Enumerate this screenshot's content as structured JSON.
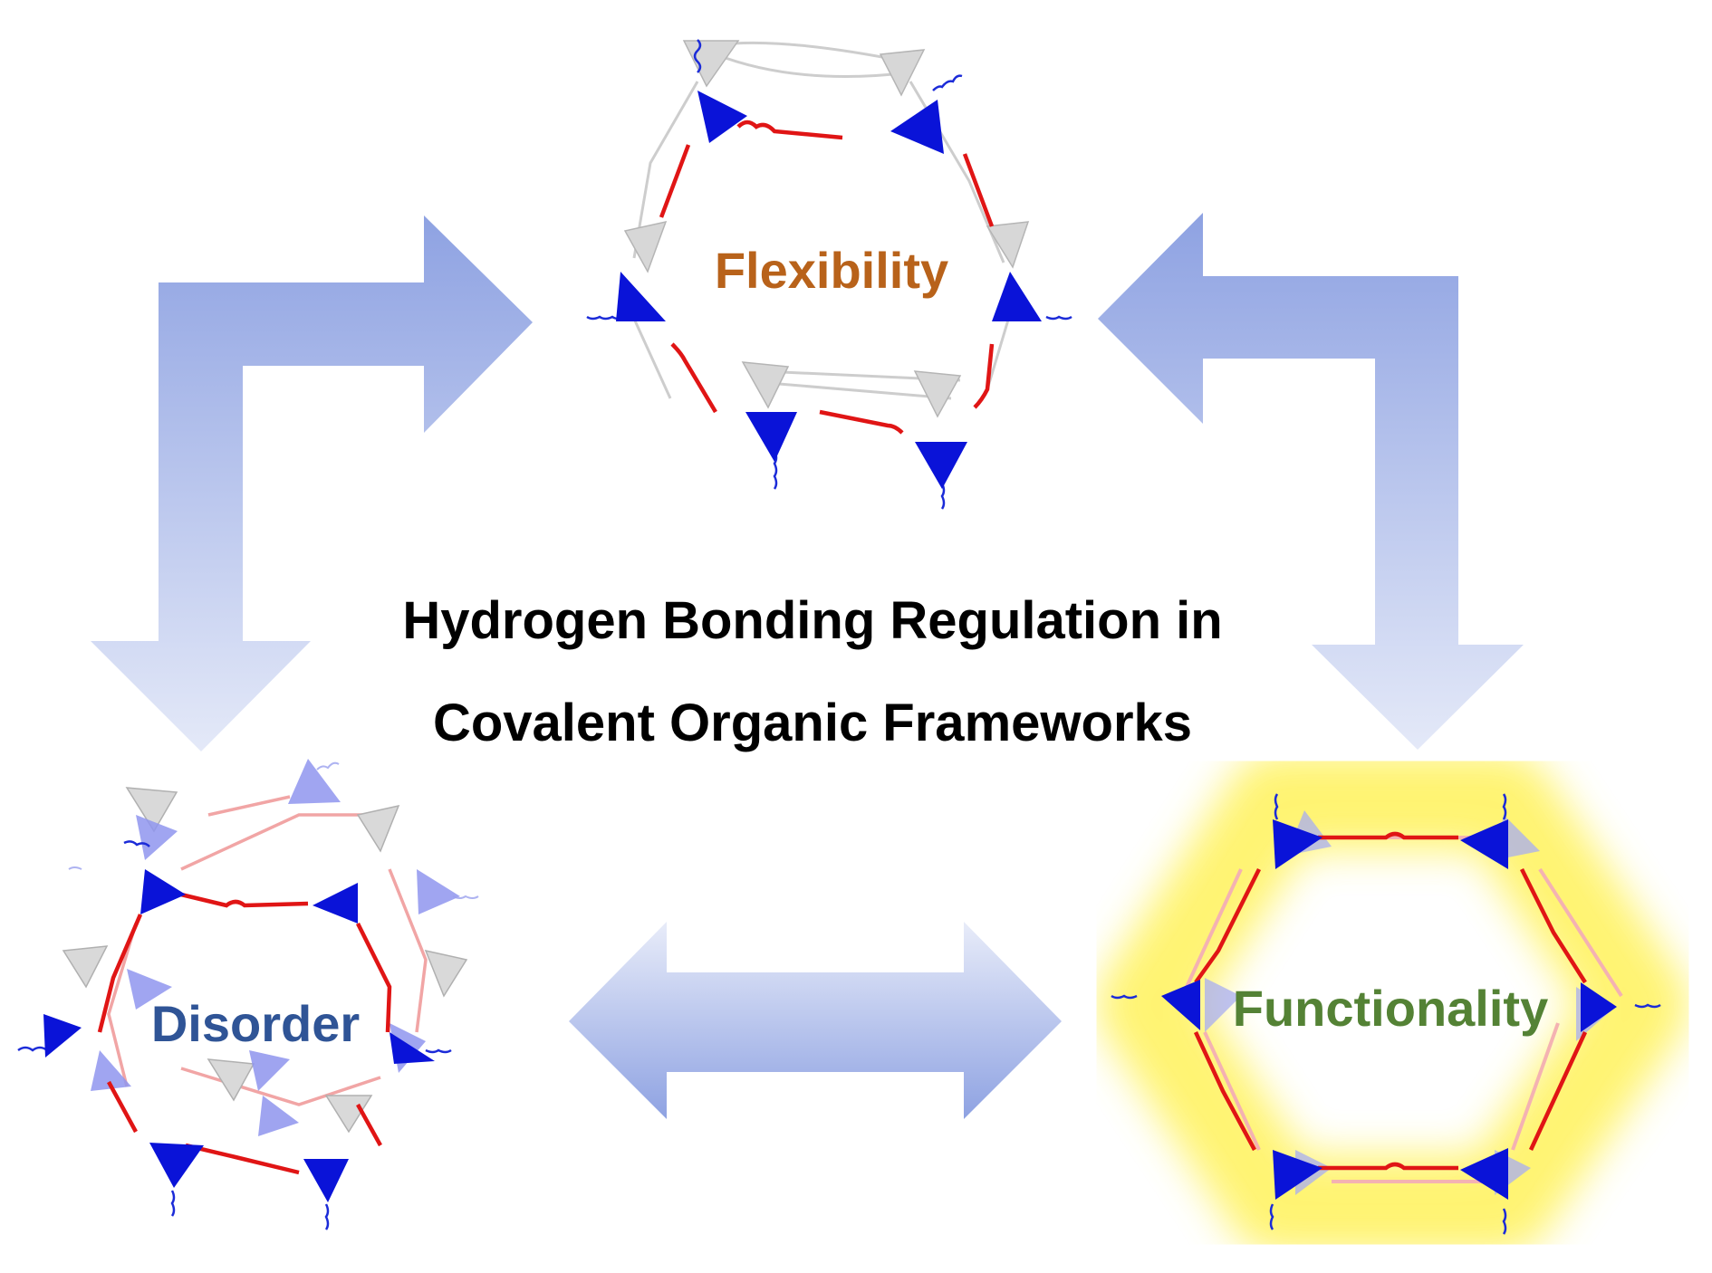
{
  "title": {
    "line1": "Hydrogen Bonding Regulation in",
    "line2": "Covalent Organic Frameworks"
  },
  "nodes": {
    "flexibility": {
      "label": "Flexibility",
      "color": "#b8621a"
    },
    "disorder": {
      "label": "Disorder",
      "color": "#2f5496"
    },
    "functionality": {
      "label": "Functionality",
      "color": "#548235"
    }
  },
  "colors": {
    "arrow_dark": "#8ea2e2",
    "arrow_light": "#e4e9f8",
    "triangle": "#0a13d8",
    "triangle_faded": "#8f95ee",
    "link_red": "#e01515",
    "link_faded": "#f1a5a5",
    "ghost_gray": "#c8c8c8",
    "glow": "#fff25a"
  },
  "icons": [
    "flexibility-framework-icon",
    "disorder-framework-icon",
    "functionality-framework-icon"
  ]
}
